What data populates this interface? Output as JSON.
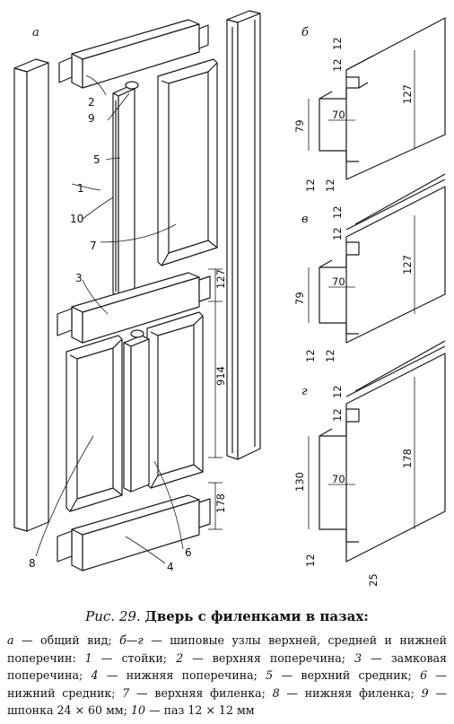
{
  "caption": {
    "fig_number": "Рис. 29.",
    "title": "Дверь с филенками в пазах:"
  },
  "legend_items": [
    {
      "key": "а",
      "text": "общий вид;"
    },
    {
      "key": "б—г",
      "text": "шиповые узлы верхней, средней и нижней поперечин:"
    },
    {
      "key": "1",
      "text": "стойки;"
    },
    {
      "key": "2",
      "text": "верхняя поперечина;"
    },
    {
      "key": "3",
      "text": "замковая поперечина;"
    },
    {
      "key": "4",
      "text": "нижняя поперечина;"
    },
    {
      "key": "5",
      "text": "верхний средник;"
    },
    {
      "key": "6",
      "text": "нижний средник;"
    },
    {
      "key": "7",
      "text": "верхняя филенка;"
    },
    {
      "key": "8",
      "text": "нижняя филенка;"
    },
    {
      "key": "9",
      "text": "шпонка 24 × 60 мм;"
    },
    {
      "key": "10",
      "text": "паз 12 × 12 мм"
    }
  ],
  "section_labels": {
    "a": "а",
    "b": "б",
    "v": "в",
    "g": "г"
  },
  "part_labels": [
    "1",
    "2",
    "3",
    "4",
    "5",
    "6",
    "7",
    "8",
    "9",
    "10"
  ],
  "dimensions": {
    "overall": {
      "d127": "127",
      "d914": "914",
      "d178": "178"
    },
    "b": {
      "t1": "12",
      "t2": "12",
      "w127": "127",
      "w70": "70",
      "h79": "79",
      "b1": "12",
      "b2": "12"
    },
    "v": {
      "t1": "12",
      "t2": "12",
      "w127": "127",
      "w70": "70",
      "h79": "79",
      "b1": "12",
      "b2": "12"
    },
    "g": {
      "t1": "12",
      "t2": "12",
      "w178": "178",
      "w70": "70",
      "h130": "130",
      "b1": "12",
      "d25": "25"
    }
  },
  "colors": {
    "line": "#1a1a1a",
    "paper": "#ffffff"
  }
}
